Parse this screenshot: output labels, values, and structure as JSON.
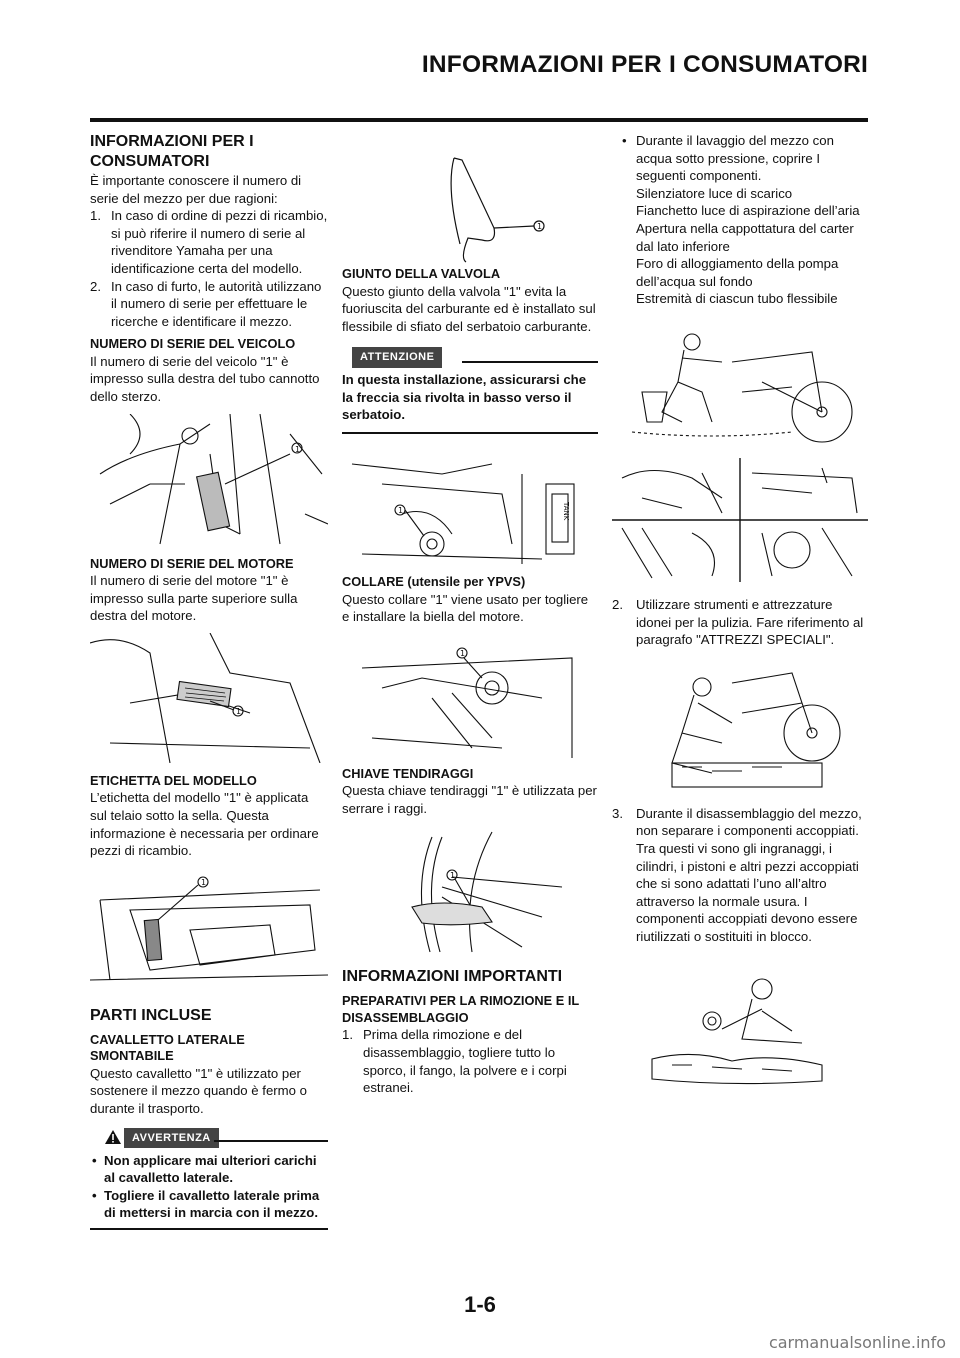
{
  "header": {
    "title": "INFORMAZIONI PER I CONSUMATORI"
  },
  "col1": {
    "section_title": "INFORMAZIONI PER I CONSUMATORI",
    "intro": "È importante conoscere il numero di serie del mezzo per due ragioni:",
    "list": [
      {
        "num": "1.",
        "text": "In caso di ordine di pezzi di ricambio, si può riferire il numero di serie al rivenditore Yamaha per una identificazione certa del modello."
      },
      {
        "num": "2.",
        "text": "In caso di furto, le autorità utilizzano il numero di serie per effettuare le ricerche e identificare il mezzo."
      }
    ],
    "vin_title": "NUMERO DI SERIE DEL VEICOLO",
    "vin_text": "Il numero di serie del veicolo \"1\" è impresso sulla destra del tubo cannotto dello sterzo.",
    "engine_title": "NUMERO DI SERIE DEL MOTORE",
    "engine_text": "Il numero di serie del motore \"1\" è impresso sulla parte superiore sulla destra del motore.",
    "label_title": "ETICHETTA DEL MODELLO",
    "label_text": "L’etichetta del modello \"1\" è applicata sul telaio sotto la sella. Questa informazione è necessaria per ordinare pezzi di ricambio.",
    "parts_title": "PARTI INCLUSE",
    "stand_title": "CAVALLETTO LATERALE SMONTABILE",
    "stand_text": "Questo cavalletto \"1\" è utilizzato per sostenere il mezzo quando è fermo o durante il trasporto.",
    "warning_badge": "AVVERTENZA",
    "warning_items": [
      "Non applicare mai ulteriori carichi al cavalletto laterale.",
      "Togliere il cavalletto laterale prima di mettersi in marcia con il mezzo."
    ],
    "fig_callout": "1"
  },
  "col2": {
    "valve_title": "GIUNTO DELLA VALVOLA",
    "valve_text": "Questo giunto della valvola \"1\" evita la fuoriuscita del carburante ed è installato sul flessibile di sfiato del serbatoio carburante.",
    "caution_badge": "ATTENZIONE",
    "caution_text": "In questa installazione, assicurarsi che la freccia sia rivolta in basso verso il serbatoio.",
    "tank_label": "TANK",
    "collar_title": "COLLARE (utensile per YPVS)",
    "collar_text": "Questo collare \"1\" viene usato per togliere e installare la biella del motore.",
    "wrench_title": "CHIAVE TENDIRAGGI",
    "wrench_text": "Questa chiave tendiraggi \"1\" è utilizzata per serrare i raggi.",
    "important_title": "INFORMAZIONI IMPORTANTI",
    "prep_title": "PREPARATIVI PER LA RIMOZIONE E IL DISASSEMBLAGGIO",
    "prep_list": [
      {
        "num": "1.",
        "text": "Prima della rimozione e del disassemblaggio, togliere tutto lo sporco, il fango, la polvere e i corpi estranei."
      }
    ]
  },
  "col3": {
    "bullet_text": "Durante il lavaggio del mezzo con acqua sotto pressione, coprire I seguenti componenti.",
    "bullet_lines": [
      "Silenziatore luce di scarico",
      "Fianchetto luce di aspirazione dell’aria",
      "Apertura nella cappottatura del carter dal lato inferiore",
      "Foro di alloggiamento della pompa dell’acqua sul fondo",
      "Estremità di ciascun tubo flessibile"
    ],
    "list": [
      {
        "num": "2.",
        "text": "Utilizzare strumenti e attrezzature idonei per la pulizia. Fare riferimento al paragrafo \"ATTREZZI SPECIALI\"."
      },
      {
        "num": "3.",
        "text": "Durante il disassemblaggio del mezzo, non separare i componenti accoppiati. Tra questi vi sono gli ingranaggi, i cilindri, i pistoni e altri pezzi accoppiati che si sono adattati l’uno all’altro attraverso la normale usura. I componenti accoppiati devono essere riutilizzati o sostituiti in blocco."
      }
    ]
  },
  "footer": {
    "page_number": "1-6",
    "watermark": "carmanualsonline.info"
  }
}
